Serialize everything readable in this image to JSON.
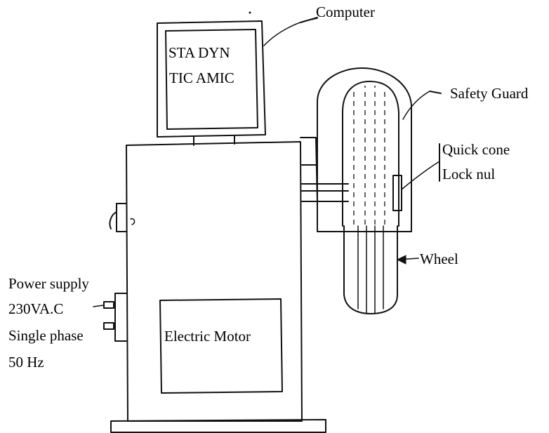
{
  "labels": {
    "computer": "Computer",
    "screen_line1": "STA DYN",
    "screen_line2": "TIC AMIC",
    "safety_guard": "Safety Guard",
    "quick_cone": "Quick cone",
    "lock_nut": "Lock nul",
    "wheel": "Wheel",
    "power_line1": "Power supply",
    "power_line2": "230VA.C",
    "power_line3": "Single phase",
    "power_line4": "50 Hz",
    "motor": "Electric Motor"
  }
}
